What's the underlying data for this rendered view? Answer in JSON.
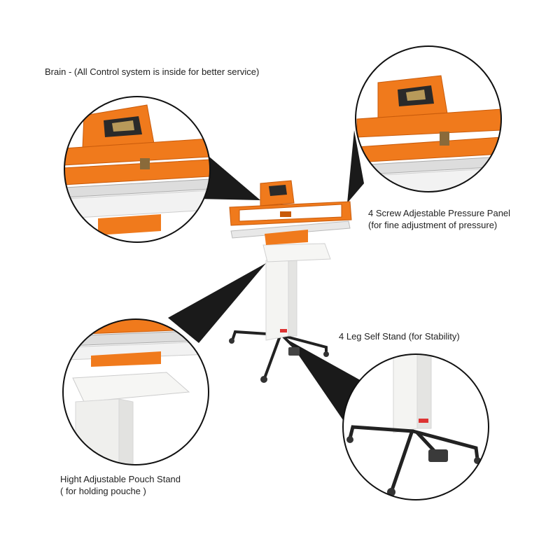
{
  "labels": {
    "brain": "Brain - (All Control system is inside for better service)",
    "screw_line1": "4 Screw Adjestable Pressure Panel",
    "screw_line2": "(for fine adjustment of pressure)",
    "stand": "4 Leg Self Stand (for Stability)",
    "pouch_line1": "Hight Adjustable Pouch Stand",
    "pouch_line2": "( for holding pouche )"
  },
  "colors": {
    "orange": "#f07a1c",
    "orange_dark": "#c85a0a",
    "white_body": "#f4f4f2",
    "grey": "#cfcfcf",
    "callout": "#1a1a1a",
    "leg": "#222222"
  }
}
